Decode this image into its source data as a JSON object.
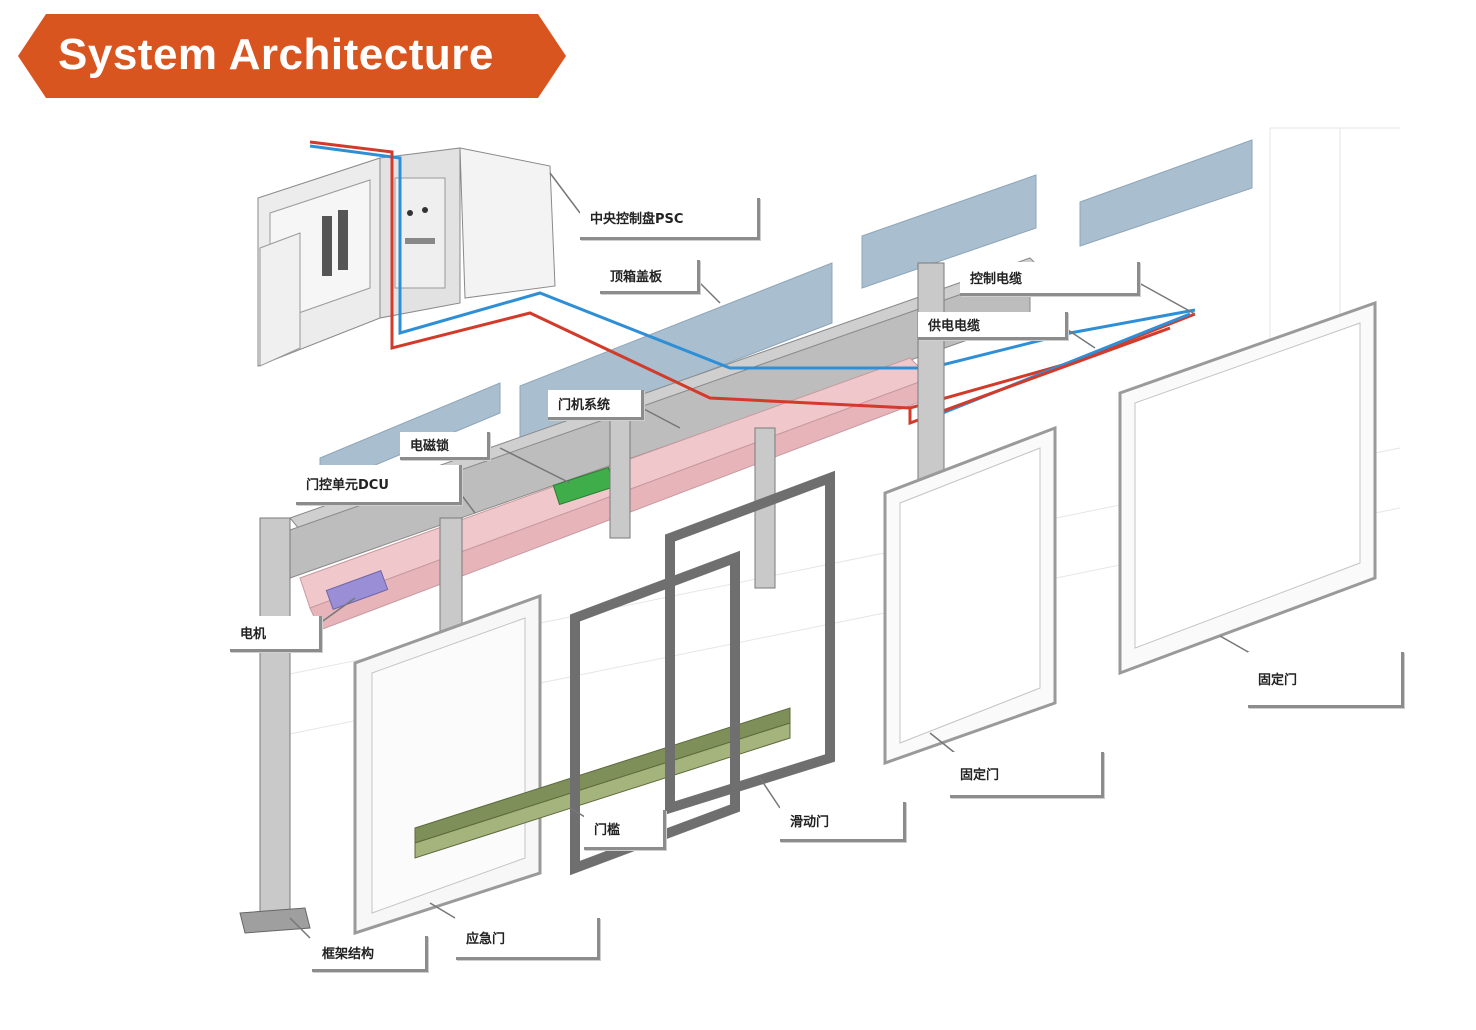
{
  "header": {
    "title": "System Architecture",
    "color": "#d9551f"
  },
  "diagram": {
    "colors": {
      "panel": "#a9bfd0",
      "frame": "#bfbfbf",
      "frame_dark": "#7a7a7a",
      "rail": "#f0c8cc",
      "control_cable": "#2e8fd6",
      "power_cable": "#d23a2a",
      "dcu": "#3fae4a",
      "motor": "#9a8fd6",
      "threshold": "#7f8f5a"
    },
    "labels": {
      "psc": "中央控制盘PSC",
      "top_cover": "顶箱盖板",
      "control_cable": "控制电缆",
      "power_cable": "供电电缆",
      "door_machine": "门机系统",
      "em_lock": "电磁锁",
      "dcu": "门控单元DCU",
      "motor": "电机",
      "fixed_door_1": "固定门",
      "fixed_door_2": "固定门",
      "sliding_door": "滑动门",
      "threshold": "门槛",
      "emergency_door": "应急门",
      "frame_structure": "框架结构"
    }
  }
}
